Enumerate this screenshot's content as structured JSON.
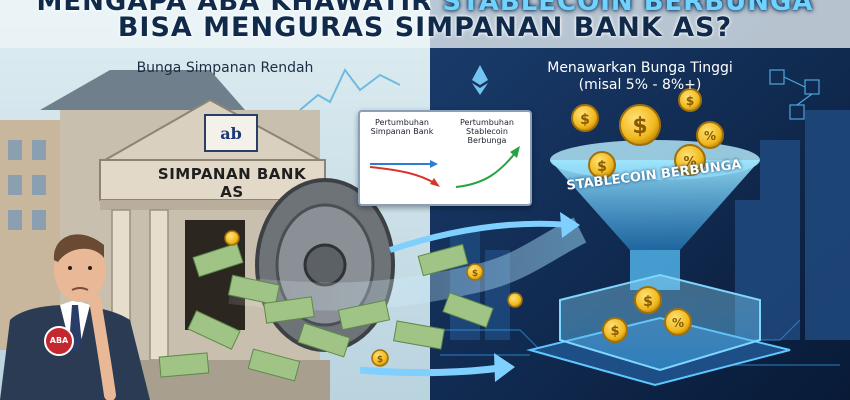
{
  "headline": {
    "line1_part1": "MENGAPA ABA KHAWATIR ",
    "line1_highlight": "STABLECOIN BERBUNGA",
    "line2": "BISA MENGURAS SIMPANAN BANK AS?"
  },
  "left_caption": "Bunga Simpanan Rendah",
  "right_caption_line1": "Menawarkan Bunga Tinggi",
  "right_caption_line2": "(misal 5% - 8%+)",
  "chart_card": {
    "left_label": "Pertumbuhan Simpanan Bank",
    "right_label": "Pertumbuhan Stablecoin Berbunga"
  },
  "bank_sign": "SIMPANAN BANK AS",
  "funnel_label": "STABLECOIN BERBUNGA",
  "lapel_badge": "ABA",
  "coin_symbols": [
    "$",
    "%"
  ],
  "colors": {
    "left_sky": "#cfe3ea",
    "right_bg": "#0e2a52",
    "neon_blue": "#36c6ff",
    "coin_gold": "#f0b81c",
    "money_green": "#8fbf74",
    "title_dark": "#0f2a4a"
  }
}
